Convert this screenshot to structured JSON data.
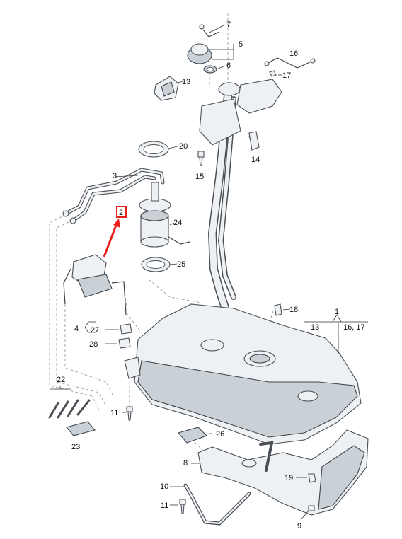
{
  "diagram": {
    "callouts": {
      "c1": "1",
      "c2": "2",
      "c3": "3",
      "c4": "4",
      "c5": "5",
      "c6": "6",
      "c7": "7",
      "c8": "8",
      "c9": "9",
      "c10": "10",
      "c11a": "11",
      "c11b": "11",
      "c13": "13",
      "c13b": "13",
      "c14": "14",
      "c15": "15",
      "c16": "16",
      "c1617": "16, 17",
      "c17": "17",
      "c18": "18",
      "c19": "19",
      "c20": "20",
      "c22": "22",
      "c23": "23",
      "c24": "24",
      "c25": "25",
      "c26": "26",
      "c27": "27",
      "c28": "28"
    },
    "highlight_color": "#e8201b"
  }
}
